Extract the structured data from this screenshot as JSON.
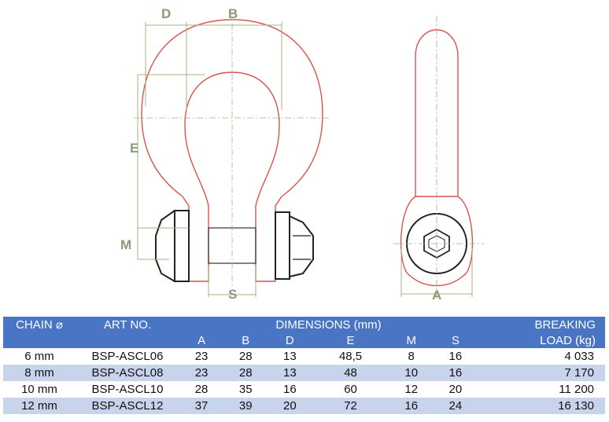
{
  "diagram_labels": {
    "D": "D",
    "B": "B",
    "E": "E",
    "M": "M",
    "S": "S",
    "A": "A"
  },
  "table": {
    "header": {
      "chain": "CHAIN ⌀",
      "art_no": "ART NO.",
      "dimensions": "DIMENSIONS (mm)",
      "breaking_1": "BREAKING",
      "breaking_2": "LOAD (kg)",
      "dim_cols": [
        "A",
        "B",
        "D",
        "E",
        "M",
        "S"
      ]
    },
    "rows": [
      {
        "chain": "6 mm",
        "art": "BSP-ASCL06",
        "A": "23",
        "B": "28",
        "D": "13",
        "E": "48,5",
        "M": "8",
        "S": "16",
        "load": "4 033"
      },
      {
        "chain": "8 mm",
        "art": "BSP-ASCL08",
        "A": "23",
        "B": "28",
        "D": "13",
        "E": "48",
        "M": "10",
        "S": "16",
        "load": "7 170"
      },
      {
        "chain": "10 mm",
        "art": "BSP-ASCL10",
        "A": "28",
        "B": "35",
        "D": "16",
        "E": "60",
        "M": "12",
        "S": "20",
        "load": "11 200"
      },
      {
        "chain": "12 mm",
        "art": "BSP-ASCL12",
        "A": "37",
        "B": "39",
        "D": "20",
        "E": "72",
        "M": "16",
        "S": "24",
        "load": "16 130"
      }
    ]
  },
  "colors": {
    "outline": "#d9534f",
    "dimension": "#a4b47e",
    "header_bg": "#4a74c4",
    "row_alt_bg": "#c8d3ec"
  }
}
